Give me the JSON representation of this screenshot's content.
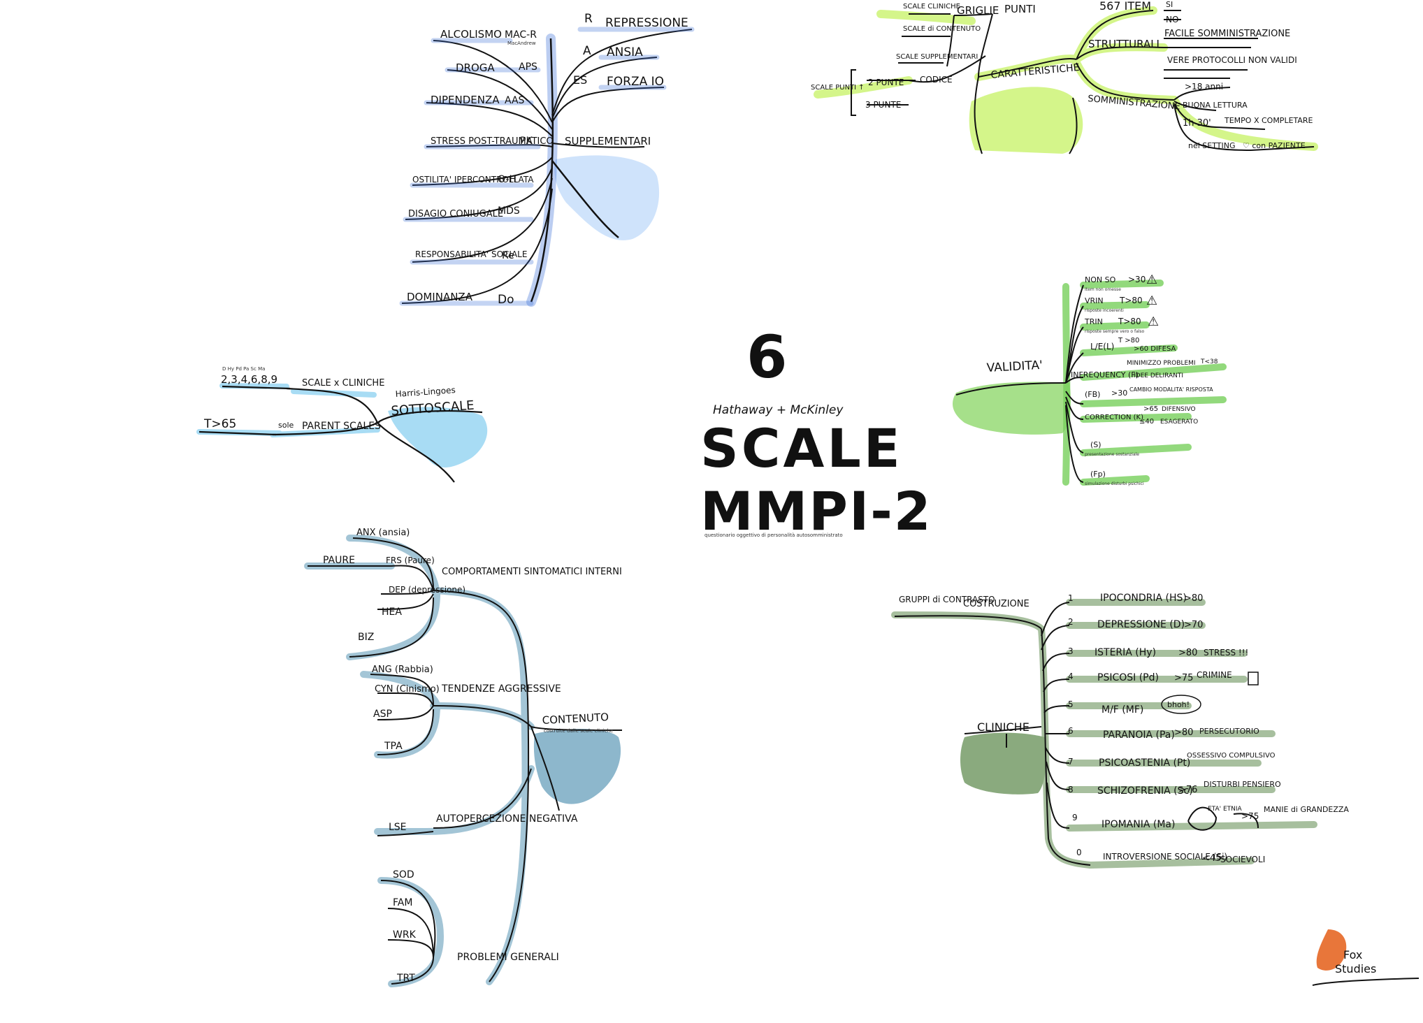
{
  "center": {
    "number": "6",
    "authors": "Hathaway + McKinley",
    "title_line1": "SCALE",
    "title_line2": "MMPI-2",
    "subtitle": "questionario oggettivo di personalità autosomministrato"
  },
  "supplementari": {
    "label": "SUPPLEMENTARI",
    "items": [
      {
        "name": "ALCOLISMO",
        "code": "MAC-R",
        "note": "MacAndrew"
      },
      {
        "name": "DROGA",
        "code": "APS"
      },
      {
        "name": "DIPENDENZA",
        "code": "AAS"
      },
      {
        "name": "STRESS POST-TRAUMATICO",
        "code": "PK"
      },
      {
        "name": "OSTILITA' IPERCONTROLLATA",
        "code": "O-H"
      },
      {
        "name": "DISAGIO CONIUGALE",
        "code": "MDS"
      },
      {
        "name": "RESPONSABILITA' SOCIALE",
        "code": "Re"
      },
      {
        "name": "DOMINANZA",
        "code": "Do"
      }
    ],
    "right_items": [
      {
        "code": "R",
        "name": "REPRESSIONE"
      },
      {
        "code": "A",
        "name": "ANSIA"
      },
      {
        "code": "ES",
        "name": "FORZA IO"
      }
    ]
  },
  "griglie": {
    "griglie_label": "GRIGLIE",
    "punti_label": "PUNTI",
    "caratteristiche_label": "CARATTERISTICHE",
    "left_items": [
      "SCALE CLINICHE",
      "SCALE di CONTENUTO",
      "SCALE SUPPLEMENTARI"
    ],
    "codice_label": "CODICE",
    "codice_items": [
      "2 PUNTE",
      "3 PUNTE"
    ],
    "scale_punti": "SCALE PUNTI ↑",
    "items_label": "567 ITEM",
    "si": "SI",
    "no": "NO",
    "strutturali": "STRUTTURALI",
    "strutturali_items": [
      "FACILE SOMMINISTRAZIONE",
      "VERE PROTOCOLLI NON VALIDI"
    ],
    "somministrazione": "SOMMINISTRAZIONE",
    "somm_items": [
      ">18 anni",
      "BUONA LETTURA",
      "1h 30'",
      "TEMPO X COMPLETARE",
      "nel SETTING",
      "♡ con PAZIENTE"
    ]
  },
  "sottoscale": {
    "label": "SOTTOSCALE",
    "author": "Harris-Lingoes",
    "clinic_codes_top": "D Hy Pd Pa Sc Ma",
    "clinic_numbers": "2,3,4,6,8,9",
    "scale_cliniche": "SCALE x CLINICHE",
    "parent": "PARENT SCALES",
    "sole": "sole",
    "t_value": "T>65"
  },
  "validita": {
    "label": "VALIDITA'",
    "items": [
      {
        "name": "NON SO",
        "value": ">30",
        "warn": "⚠",
        "note": "Item non omesse"
      },
      {
        "name": "VRIN",
        "value": "T>80",
        "warn": "⚠",
        "note": "risposte incoerenti"
      },
      {
        "name": "TRIN",
        "value": "T>80",
        "warn": "⚠",
        "note": "risposte sempre vero o falso"
      },
      {
        "name": "L/E(L)",
        "value": "T >80",
        "extra": ">60 DIFESA"
      },
      {
        "name": "INFREQUENCY (F)",
        "extra": "MINIMIZZO PROBLEMI",
        "extra2": "IDEE DELIRANTI",
        "value": "T<38"
      },
      {
        "name": "(FB)",
        "value": ">30",
        "extra": "CAMBIO MODALITA' RISPOSTA"
      },
      {
        "name": "CORRECTION (K)",
        "value": ">65",
        "extra": "DIFENSIVO",
        "value2": "≤40",
        "extra2": "ESAGERATO"
      },
      {
        "name": "(S)",
        "note": "presentazione sostanziale"
      },
      {
        "name": "(Fp)",
        "note": "simulazione disturbi psichici"
      }
    ]
  },
  "contenuto": {
    "label": "CONTENUTO",
    "note": "costruite dalle scale cliniche",
    "groups": [
      {
        "label": "COMPORTAMENTI SINTOMATICI INTERNI",
        "items": [
          "ANX (ansia)",
          "FRS (Paure)",
          "DEP (depressione)",
          "HEA",
          "BIZ"
        ],
        "extra": "PAURE"
      },
      {
        "label": "TENDENZE AGGRESSIVE",
        "items": [
          "ANG (Rabbia)",
          "CYN (Cinismo)",
          "ASP",
          "TPA"
        ]
      },
      {
        "label": "AUTOPERCEZIONE NEGATIVA",
        "items": [
          "LSE"
        ]
      },
      {
        "label": "PROBLEMI GENERALI",
        "items": [
          "SOD",
          "FAM",
          "WRK",
          "TRT"
        ]
      }
    ]
  },
  "cliniche": {
    "label": "CLINICHE",
    "costruzione": "COSTRUZIONE",
    "gruppi": "GRUPPI di CONTRASTO",
    "items": [
      {
        "num": "1",
        "name": "IPOCONDRIA (HS)",
        "value": ">80"
      },
      {
        "num": "2",
        "name": "DEPRESSIONE (D)",
        "value": ">70"
      },
      {
        "num": "3",
        "name": "ISTERIA (Hy)",
        "value": ">80",
        "extra": "STRESS !!!"
      },
      {
        "num": "4",
        "name": "PSICOSI (Pd)",
        "value": ">75",
        "extra": "CRIMINE"
      },
      {
        "num": "5",
        "name": "M/F (MF)",
        "extra": "bhoh!"
      },
      {
        "num": "6",
        "name": "PARANOIA (Pa)",
        "value": ">80",
        "extra": "PERSECUTORIO"
      },
      {
        "num": "7",
        "name": "PSICOASTENIA (Pt)",
        "extra": "OSSESSIVO COMPULSIVO"
      },
      {
        "num": "8",
        "name": "SCHIZOFRENIA (Sc)",
        "value": ">76",
        "extra": "DISTURBI PENSIERO"
      },
      {
        "num": "9",
        "name": "IPOMANIA (Ma)",
        "value": ">75",
        "extra": "MANIE di GRANDEZZA",
        "extra2": "ETA' ETNIA"
      },
      {
        "num": "0",
        "name": "INTROVERSIONE SOCIALE (Si)",
        "value": "<45",
        "extra": "SOCIEVOLI"
      }
    ]
  },
  "logo": {
    "line1": "Fox",
    "line2": "Studies"
  },
  "colors": {
    "blue": "#3d6fd6",
    "blue_light": "#cfe3fb",
    "lime": "#d4f58a",
    "green": "#78d05c",
    "green_light": "#a6e08a",
    "teal": "#8db7cc",
    "olive": "#8aaa7e",
    "sky": "#a8dcf4"
  }
}
